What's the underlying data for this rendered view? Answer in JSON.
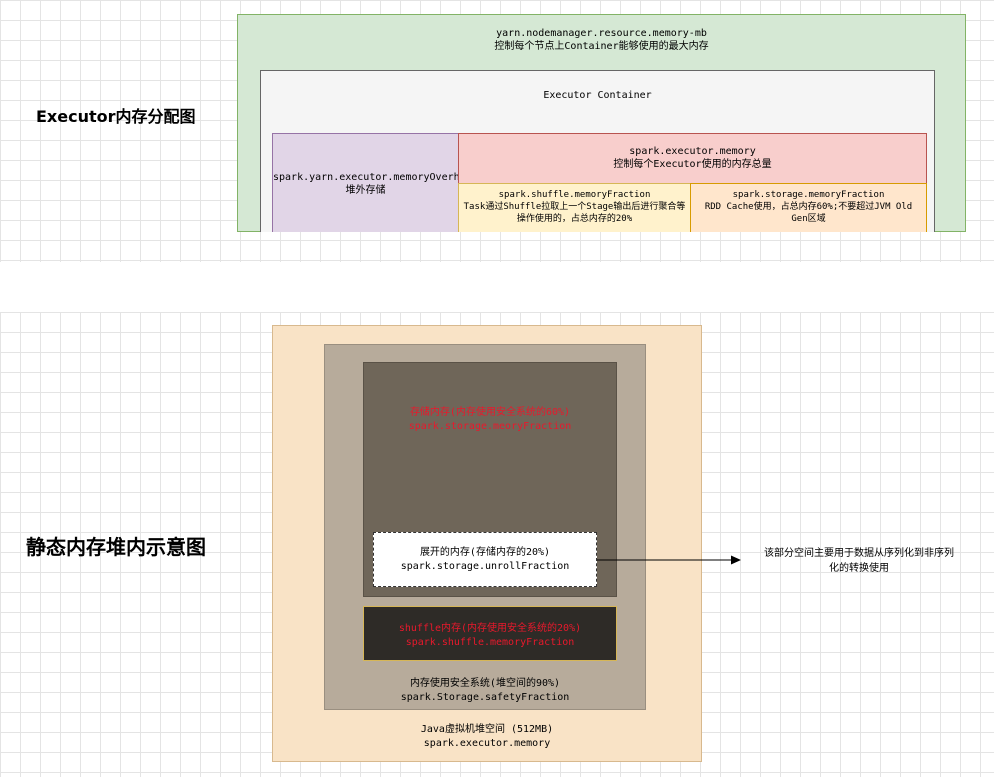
{
  "top_diagram": {
    "title": "Executor内存分配图",
    "nodemanager": {
      "line1": "yarn.nodemanager.resource.memory-mb",
      "line2": "控制每个节点上Container能够使用的最大内存"
    },
    "container": {
      "label": "Executor Container"
    },
    "overhead": {
      "line1": "spark.yarn.executor.memoryOverhead",
      "line2": "堆外存储"
    },
    "executor_memory": {
      "line1": "spark.executor.memory",
      "line2": "控制每个Executor使用的内存总量"
    },
    "shuffle_fraction": {
      "line1": "spark.shuffle.memoryFraction",
      "line2": "Task通过Shuffle拉取上一个Stage输出后进行聚合等",
      "line3": "操作使用的，占总内存的20%"
    },
    "storage_fraction": {
      "line1": "spark.storage.memoryFraction",
      "line2": "RDD Cache使用，占总内存60%;不要超过JVM Old",
      "line3": "Gen区域"
    }
  },
  "bottom_diagram": {
    "title": "静态内存堆内示意图",
    "storage_memory": {
      "line1": "存储内存(内存使用安全系统的60%)",
      "line2": "spark.storage.meoryFraction"
    },
    "unroll": {
      "line1": "展开的内存(存储内存的20%)",
      "line2": "spark.storage.unrollFraction"
    },
    "shuffle_memory": {
      "line1": "shuffle内存(内存使用安全系统的20%)",
      "line2": "spark.shuffle.memoryFraction"
    },
    "safety": {
      "line1": "内存使用安全系统(堆空间的90%)",
      "line2": "spark.Storage.safetyFraction"
    },
    "jvm_heap": {
      "line1": "Java虚拟机堆空间 (512MB)",
      "line2": "spark.executor.memory"
    },
    "annotation": {
      "line1": "该部分空间主要用于数据从序列化到非序列",
      "line2": "化的转换使用"
    }
  },
  "colors": {
    "nodemanager_fill": "#d5e8d4",
    "nodemanager_border": "#82b366",
    "container_fill": "#f5f5f5",
    "container_border": "#666666",
    "overhead_fill": "#e1d5e7",
    "overhead_border": "#9673a6",
    "executor_fill": "#f8cecc",
    "executor_border": "#b85450",
    "shuffle_fill": "#fff2cc",
    "shuffle_border": "#d6b656",
    "storage_fill": "#ffe6cc",
    "storage_border": "#d79b00",
    "jvm_fill": "#f9e3c6",
    "safety_fill": "#b7ab9b",
    "storage_mem_fill": "#6f6659",
    "shuffle_mem_fill": "#2e2b27",
    "red_text": "#e8192c"
  }
}
